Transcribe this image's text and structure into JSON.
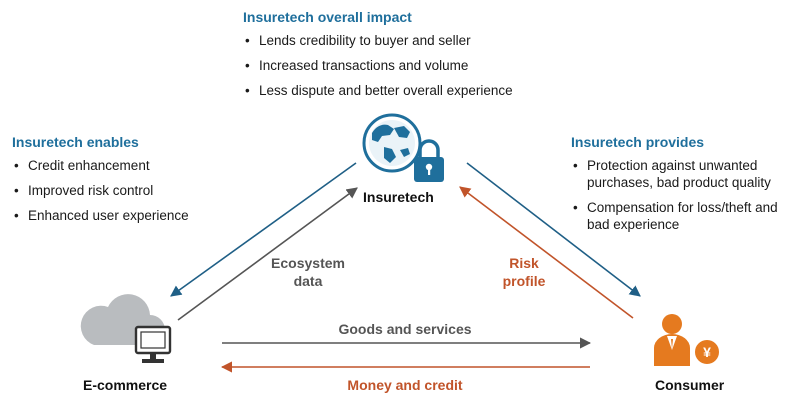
{
  "impact": {
    "heading": "Insuretech overall impact",
    "items": [
      "Lends credibility to buyer and seller",
      "Increased transactions and volume",
      "Less dispute and better overall experience"
    ]
  },
  "enables": {
    "heading": "Insuretech enables",
    "items": [
      "Credit enhancement",
      "Improved risk control",
      "Enhanced user experience"
    ]
  },
  "provides": {
    "heading": "Insuretech provides",
    "items": [
      "Protection against unwanted purchases, bad product quality",
      "Compensation for loss/theft and bad experience"
    ]
  },
  "nodes": {
    "insuretech": "Insuretech",
    "ecommerce": "E-commerce",
    "consumer": "Consumer"
  },
  "flows": {
    "ecosystem_line1": "Ecosystem",
    "ecosystem_line2": "data",
    "risk_line1": "Risk",
    "risk_line2": "profile",
    "goods": "Goods and services",
    "money": "Money and credit"
  },
  "colors": {
    "heading_blue": "#1f6f9c",
    "arrow_blue": "#1f5f86",
    "arrow_gray": "#555555",
    "arrow_orange": "#c1542a",
    "icon_orange": "#e57a1f"
  },
  "icons": {
    "insuretech": "globe-lock-icon",
    "ecommerce": "cloud-computer-icon",
    "consumer": "person-yen-icon"
  }
}
